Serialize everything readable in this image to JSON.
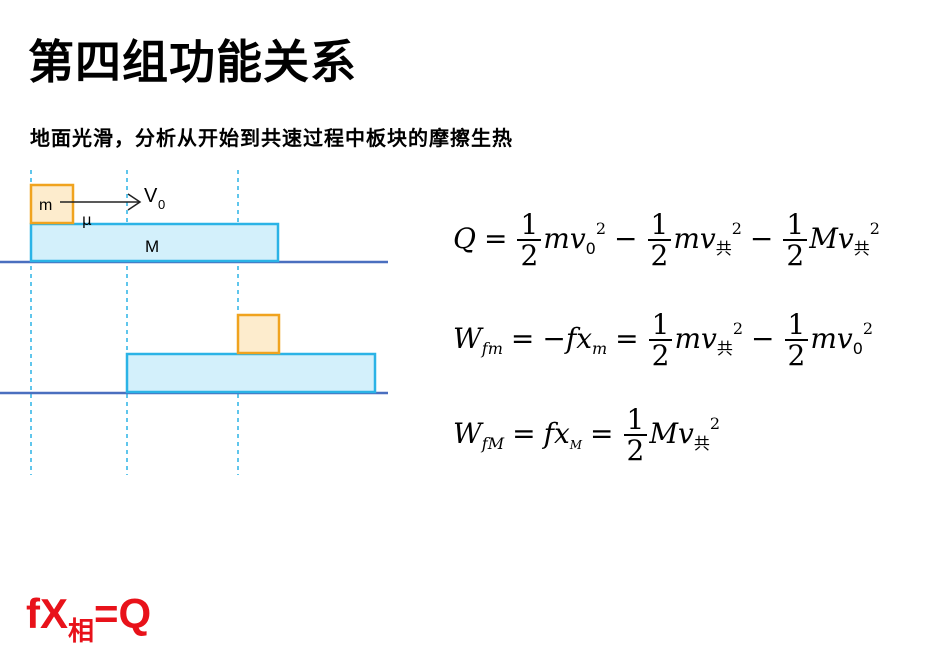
{
  "title": "第四组功能关系",
  "subtitle": "地面光滑，分析从开始到共速过程中板块的摩擦生热",
  "diagram": {
    "block_label": "m",
    "velocity_label": "V",
    "velocity_sub": "0",
    "friction_label": "μ",
    "board_label": "M",
    "colors": {
      "block_fill": "#fdeccd",
      "block_stroke": "#f0a31e",
      "board_fill": "#d3f0fb",
      "board_stroke": "#2bb3e6",
      "ground": "#4a6fbf",
      "guide": "#2bb3e6"
    }
  },
  "equations": {
    "eq1": {
      "lhs": "Q",
      "eq": "=",
      "one": "1",
      "two": "2",
      "m": "m",
      "M": "M",
      "v": "v",
      "v0_sub": "0",
      "gong": "共",
      "sq": "2",
      "minus": "−"
    },
    "eq2": {
      "W": "W",
      "fm_sub": "fm",
      "eq": "=",
      "neg": "−",
      "f": "f",
      "x": "x",
      "m_sub": "m"
    },
    "eq3": {
      "fM_sub": "fM",
      "M_sub": "M"
    }
  },
  "formula": {
    "f": "fX",
    "sub": "相",
    "rest": "=Q"
  }
}
